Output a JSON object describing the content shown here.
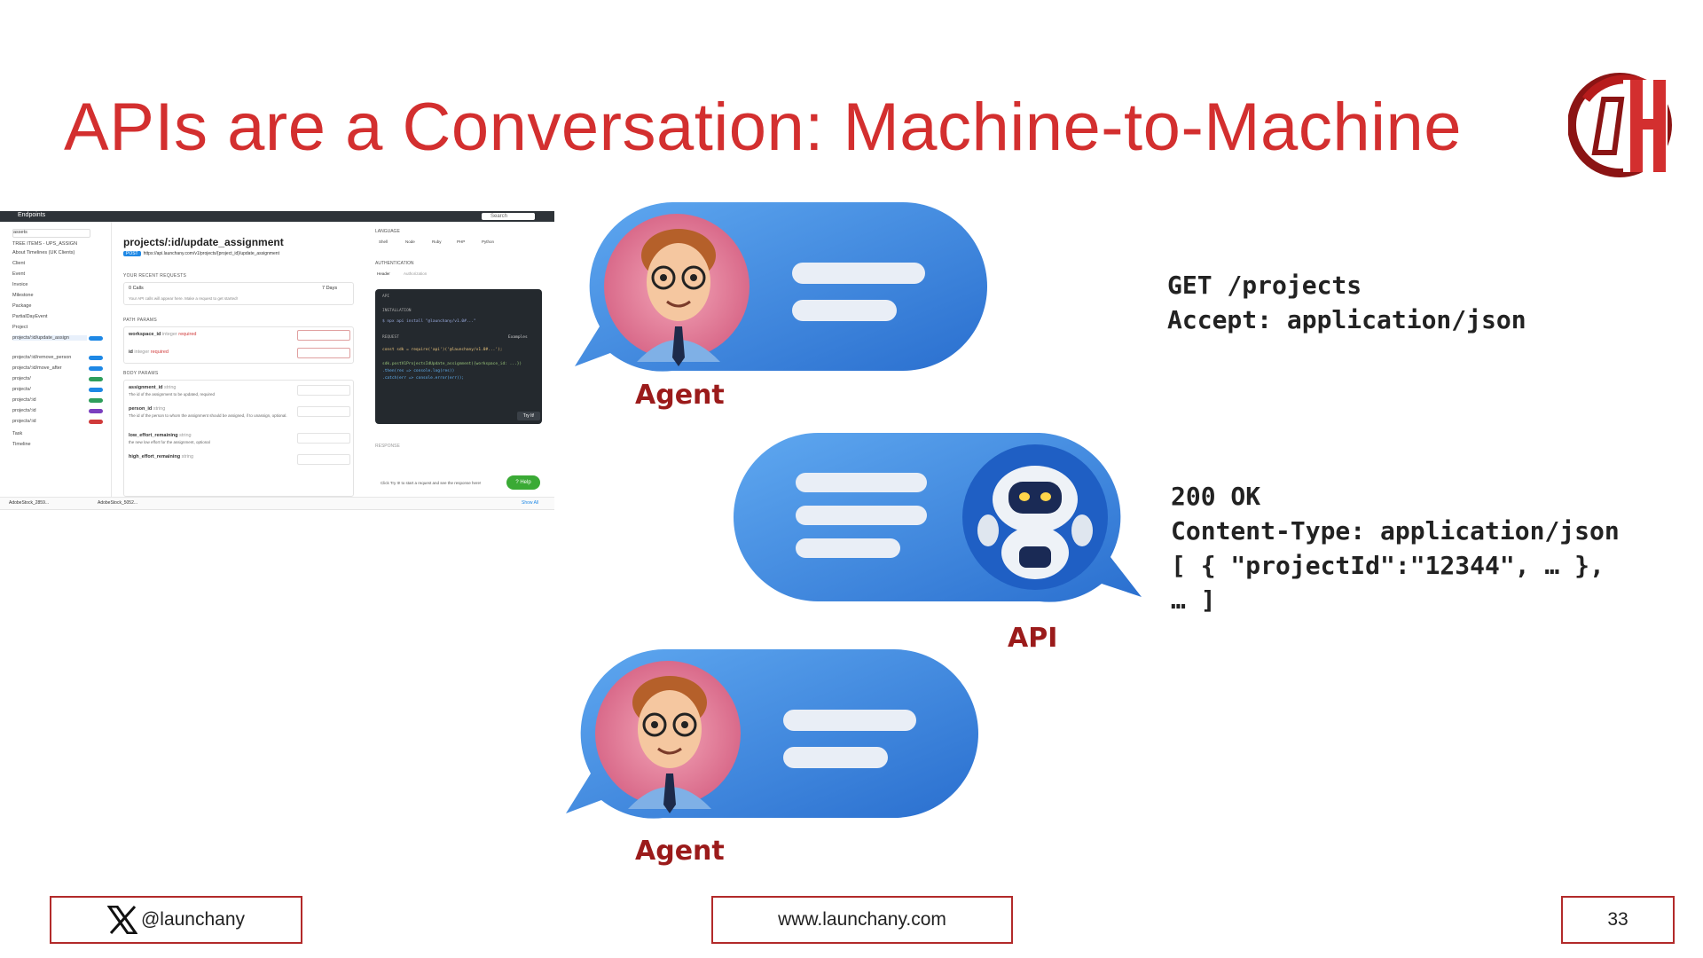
{
  "slide": {
    "title": "APIs are a Conversation: Machine-to-Machine",
    "accent_color": "#d32f2f",
    "label_color": "#9b1b1b"
  },
  "logo": {
    "icon": "launchany-logo"
  },
  "screenshot": {
    "nav_label": "Endpoints",
    "search_label": "Search",
    "sidebar_search": "assets",
    "sidebar_items": [
      "TREE ITEMS - UPS_ASSIGN",
      "About Timelines (UK Clients)",
      "Client",
      "Event",
      "Invoice",
      "Milestone",
      "Package",
      "PartialDayEvent",
      "Project",
      "projects/:id/update_assign",
      "projects/:id/remove_person",
      "projects/:id/move_after",
      "projects/",
      "projects/",
      "projects/:id",
      "projects/:id",
      "projects/:id",
      "Task",
      "Timeline"
    ],
    "endpoint_title": "projects/:id/update_assignment",
    "endpoint_url": "https://api.launchany.com/v1/projects/{project_id}/update_assignment",
    "recent_requests_label": "YOUR RECENT REQUESTS",
    "requests_count": "0 Calls",
    "requests_range": "7 Days",
    "requests_note": "Your API calls will appear here. Make a request to get started!",
    "path_params_label": "PATH PARAMS",
    "path_params": [
      {
        "name": "workspace_id",
        "type": "integer",
        "req": "required"
      },
      {
        "name": "id",
        "type": "integer",
        "req": "required"
      }
    ],
    "body_params_label": "BODY PARAMS",
    "body_params": [
      {
        "name": "assignment_id",
        "type": "string",
        "desc": "The id of the assignment to be updated, required"
      },
      {
        "name": "person_id",
        "type": "string",
        "desc": "The id of the person to whom the assignment should be assigned, if to unassign, optional."
      },
      {
        "name": "low_effort_remaining",
        "type": "string",
        "desc": "the new low effort for the assignment, optional"
      },
      {
        "name": "high_effort_remaining",
        "type": "string",
        "desc": ""
      }
    ],
    "language_label": "LANGUAGE",
    "languages": [
      "Shell",
      "Node",
      "Ruby",
      "PHP",
      "Python"
    ],
    "auth_label": "AUTHENTICATION",
    "auth_tabs": [
      "Header",
      "Authorization"
    ],
    "api_label": "API",
    "installation_label": "INSTALLATION",
    "install_cmd": "$ npx api install \"@launchany/v1.0#...\"",
    "request_label": "REQUEST",
    "examples_label": "Examples",
    "code_lines": [
      "const sdk = require('api')('@launchany/v1.0#...');",
      "",
      "sdk.postV1ProjectsIdUpdate_assignment({workspace_id: ...})",
      "  .then(res => console.log(res))",
      "  .catch(err => console.error(err));"
    ],
    "try_label": "Try It!",
    "response_label": "RESPONSE",
    "response_note": "Click Try It! to start a request and see the response here!",
    "help_label": "Help",
    "downloads": [
      "AdobeStock_2859...",
      "AdobeStock_5052...",
      "Show All"
    ]
  },
  "conversation": {
    "agent_label": "Agent",
    "api_label": "API",
    "request_lines": [
      "GET /projects",
      "Accept: application/json"
    ],
    "response_lines": [
      "200 OK",
      "Content-Type: application/json",
      "[ { \"projectId\":\"12344\", … },",
      "… ]"
    ],
    "bubble_color": "#3b82d6"
  },
  "footer": {
    "twitter_handle": "@launchany",
    "website": "www.launchany.com",
    "page_number": "33"
  }
}
